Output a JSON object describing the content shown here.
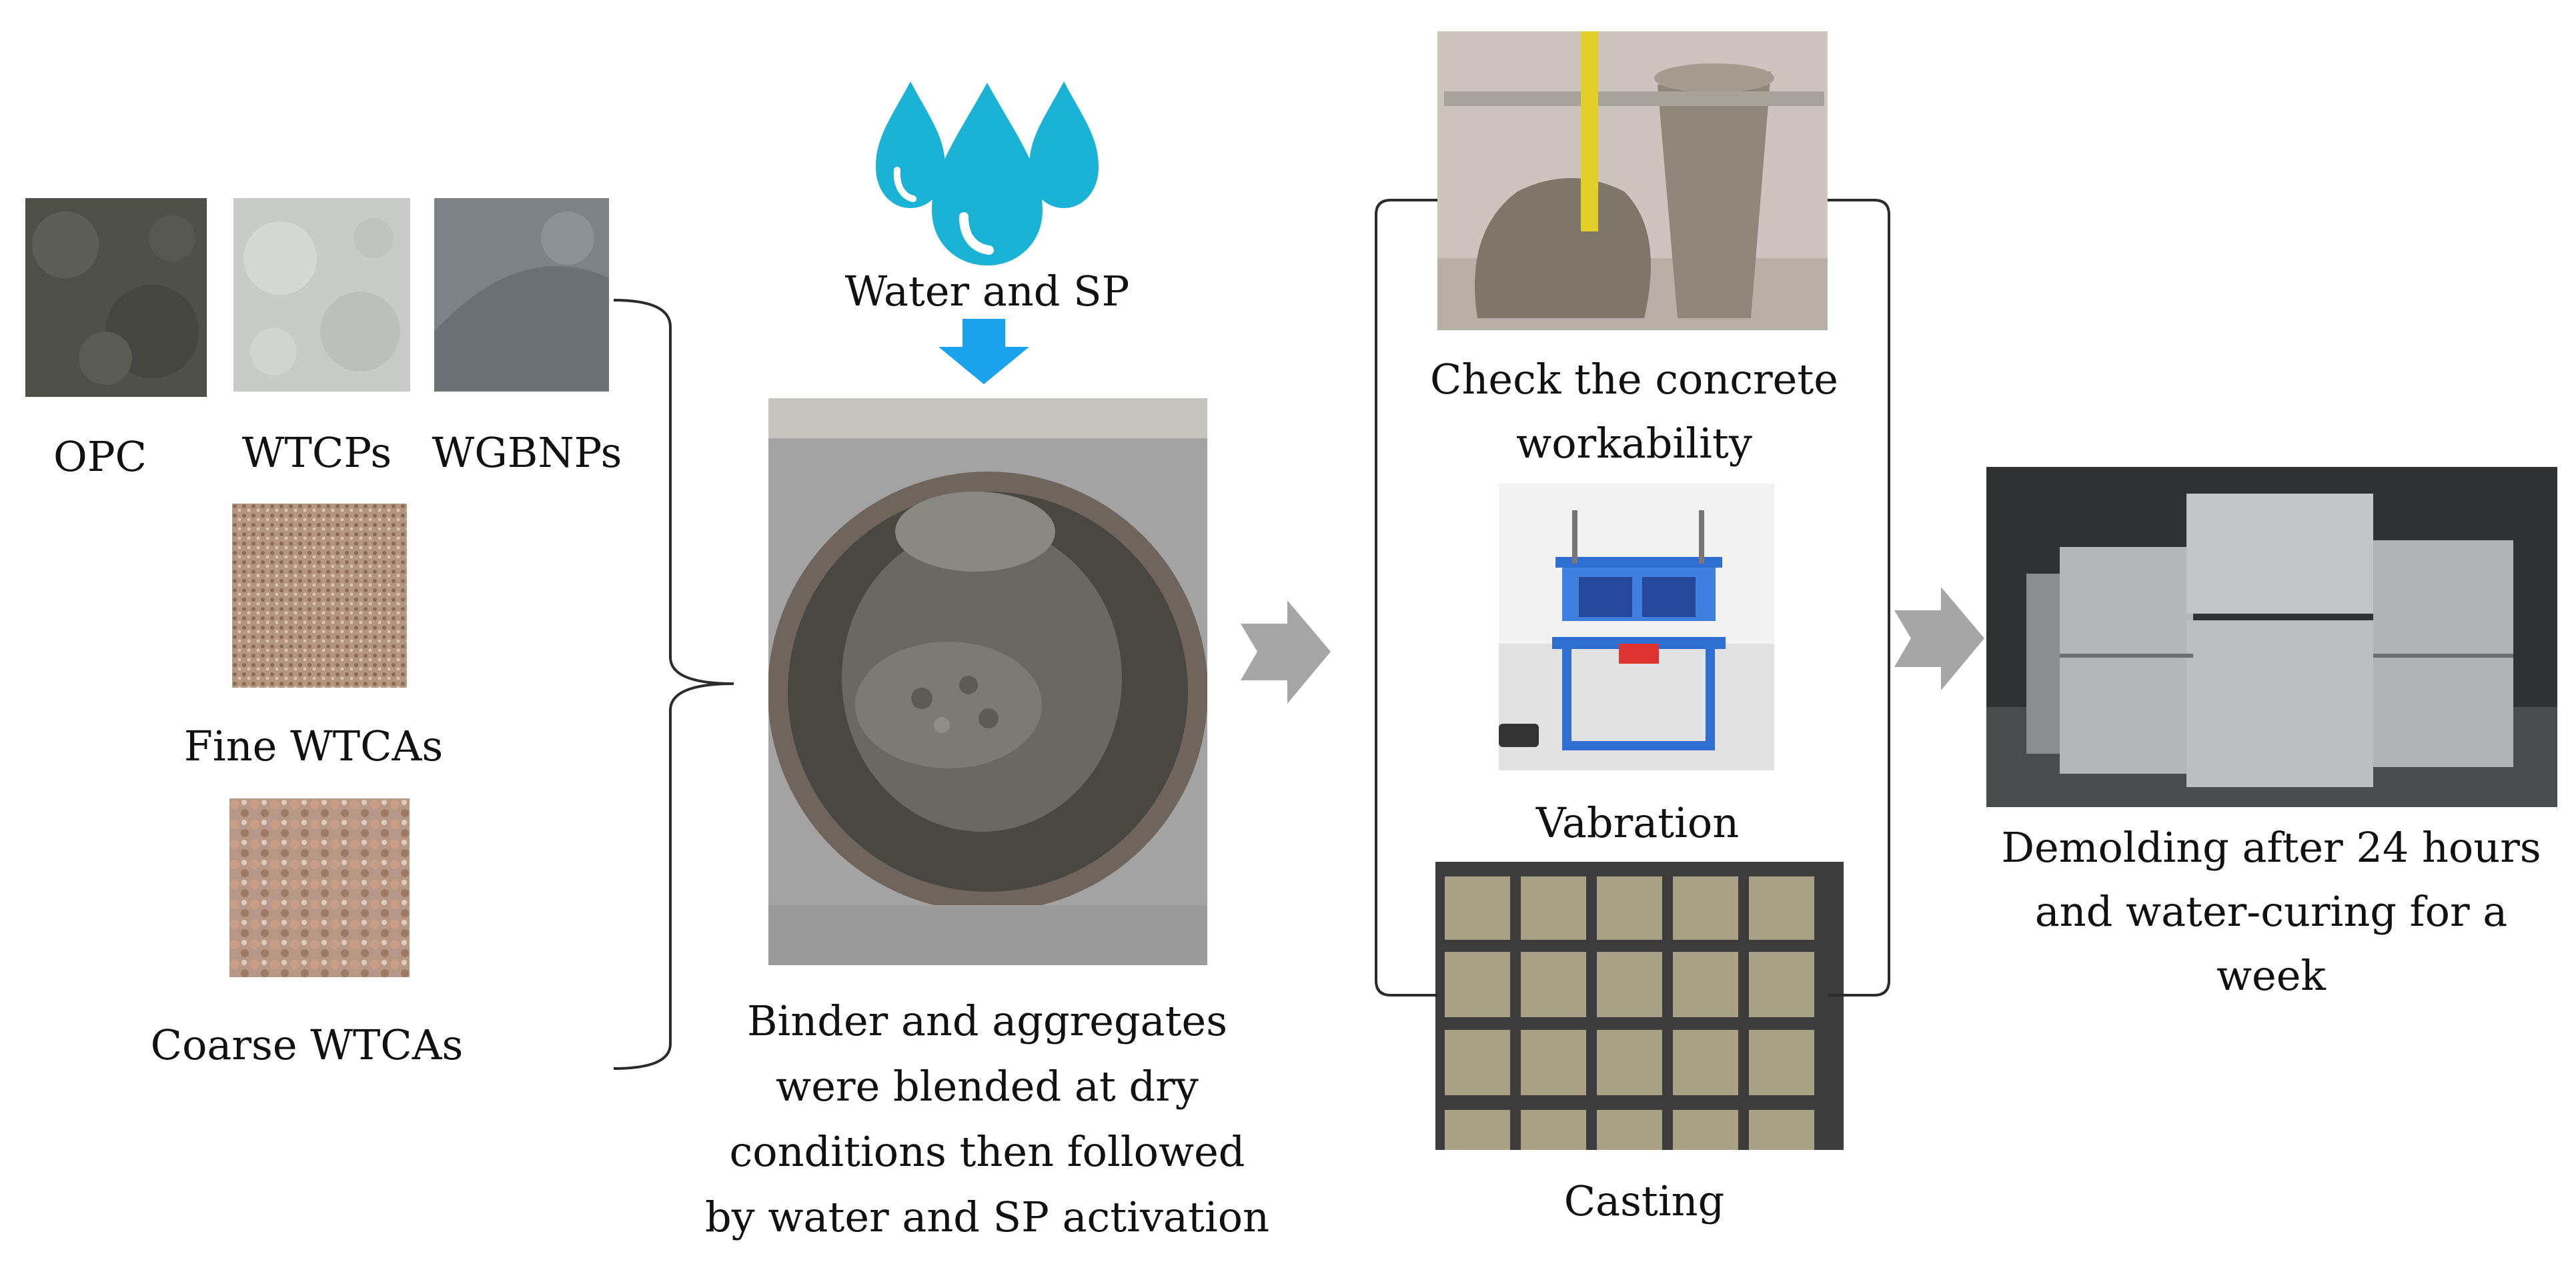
{
  "materials": {
    "opc": "OPC",
    "wtcps": "WTCPs",
    "wgbnps": "WGBNPs",
    "fine": "Fine WTCAs",
    "coarse": "Coarse WTCAs"
  },
  "mixing": {
    "water_label": "Water and SP",
    "caption_lines": [
      "Binder and aggregates",
      "were blended at dry",
      "conditions then followed",
      "by water and SP activation"
    ]
  },
  "testing": {
    "workability_lines": [
      "Check the concrete",
      "workability"
    ],
    "vibration": "Vabration",
    "casting": "Casting"
  },
  "curing": {
    "caption_lines": [
      "Demolding after 24 hours",
      "and water-curing for a",
      "week"
    ]
  },
  "colors": {
    "water_drop": "#1ab3d6",
    "down_arrow": "#1aa3ec",
    "flow_arrow": "#a6a6a6",
    "bracket": "#2b2b2b"
  },
  "icons": [
    "water-drops-icon",
    "down-arrow-icon",
    "flow-arrow-icon"
  ]
}
